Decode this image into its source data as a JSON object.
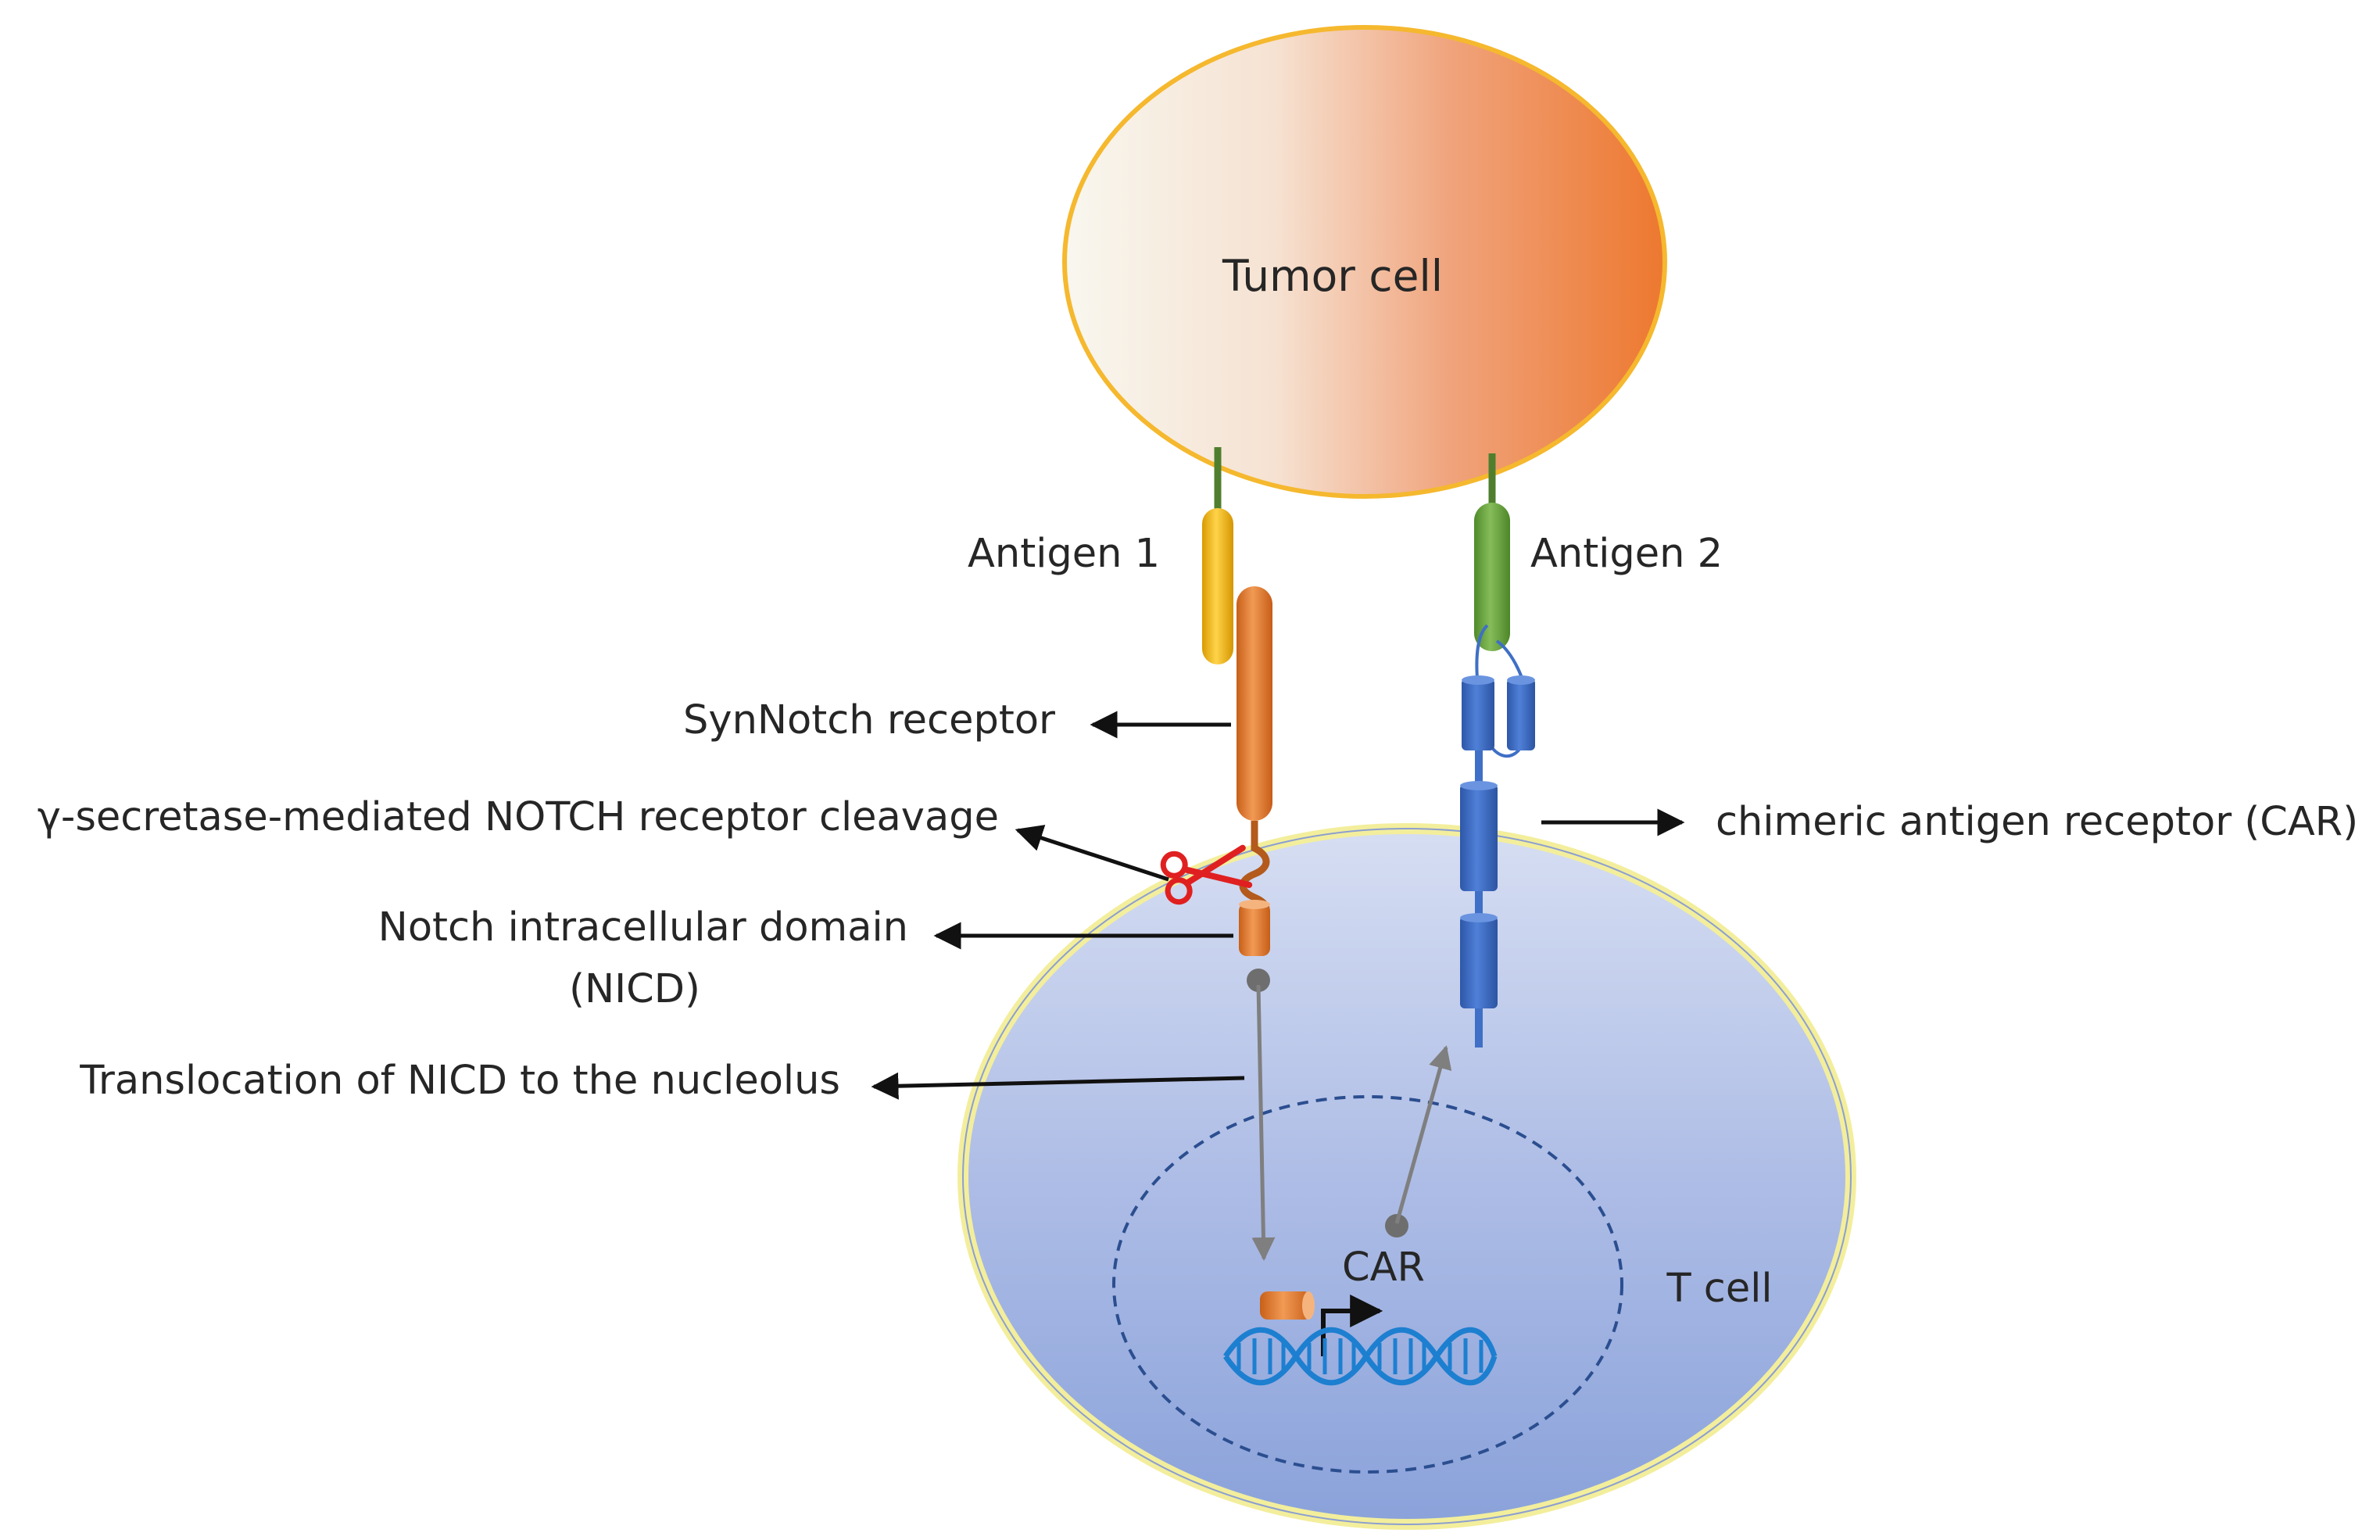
{
  "cells": {
    "tumor": "Tumor cell",
    "t_cell": "T cell"
  },
  "antigens": {
    "antigen1": "Antigen 1",
    "antigen2": "Antigen 2"
  },
  "labels": {
    "synnotch": "SynNotch receptor",
    "cleavage": "γ-secretase-mediated NOTCH receptor cleavage",
    "nicd_line1": "Notch intracellular domain",
    "nicd_line2": "(NICD)",
    "translocation": "Translocation of NICD to the nucleolus",
    "car": "chimeric antigen receptor (CAR)",
    "car_gene": "CAR"
  },
  "colors": {
    "tumor_gradient": [
      "#f8f6ee",
      "#ef7a32"
    ],
    "tumor_outline": "#f5b82e",
    "tcell_fill": [
      "#d4ddf1",
      "#8ea6dc"
    ],
    "tcell_outline": "#f3ee9c",
    "synnotch": "#e67e2f",
    "antigen1": "#f2b90c",
    "antigen2": "#6ea544",
    "car": "#3f6fc6",
    "dna": "#1d7fd0",
    "arrow": "#111111",
    "gray_arrow": "#7f7f7f",
    "scissors": "#e02020"
  }
}
